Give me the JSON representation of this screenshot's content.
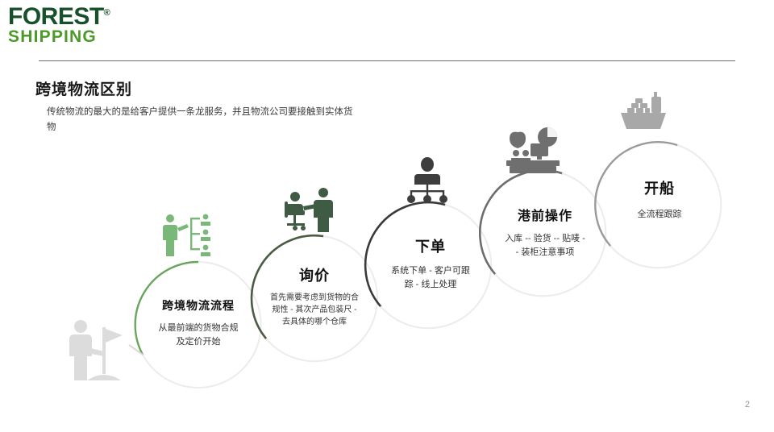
{
  "logo": {
    "primary": "FOREST",
    "registered": "®",
    "secondary": "SHIPPING",
    "primary_color": "#17502a",
    "secondary_color": "#4c9a2a"
  },
  "header": {
    "title": "跨境物流区别",
    "subtitle": "传统物流的最大的是给客户提供一条龙服务，并且物流公司要接触到实体货物"
  },
  "footer": {
    "page_number": "2"
  },
  "flow": {
    "start_icon": "businessman-with-flag-icon",
    "steps": [
      {
        "title": "跨境物流流程",
        "desc": "从最前端的货物合规及定价开始",
        "desc_lines": [
          "从最前端的货物合规",
          "及定价开始"
        ],
        "icon": "person-with-org-chart-icon",
        "arc_color": "#6aa55e",
        "icon_color": "#7ab87a"
      },
      {
        "title": "询价",
        "desc": "首先需要考虑到货物的合规性 - 其次产品包装尺 - 去具体的哪个仓库",
        "desc_lines": [
          "首先需要考虑到货物的合",
          "规性 - 其次产品包装尺 -",
          "去具体的哪个仓库"
        ],
        "icon": "office-meeting-icon",
        "arc_color": "#4a5c44",
        "icon_color": "#3f5b43"
      },
      {
        "title": "下单",
        "desc": "系统下单 - 客户可跟踪 - 线上处理",
        "desc_lines": [
          "系统下单 - 客户可跟",
          "踪 - 线上处理"
        ],
        "icon": "person-network-hierarchy-icon",
        "arc_color": "#3a3a3a",
        "icon_color": "#3d3d3d"
      },
      {
        "title": "港前操作",
        "desc": "入库 -- 验货 -- 贴唛 - - 装柜注意事项",
        "desc_lines": [
          "入库 -- 验货 -- 贴唛 -",
          "- 装柜注意事项"
        ],
        "icon": "desk-monitor-chart-icon",
        "arc_color": "#6d6d6d",
        "icon_color": "#6f6f6f"
      },
      {
        "title": "开船",
        "desc": "全流程跟踪",
        "desc_lines": [
          "全流程跟踪"
        ],
        "icon": "cargo-ship-icon",
        "arc_color": "#9a9a9a",
        "icon_color": "#a8a8a8"
      }
    ]
  }
}
